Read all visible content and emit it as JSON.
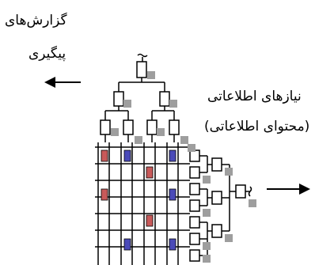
{
  "labels": {
    "reports_line1": "گزارش‌های",
    "reports_line2": "پیگیری",
    "needs_line1": "نیازهای اطلاعاتی",
    "needs_line2": "(محتوای اطلاعاتی)"
  },
  "colors": {
    "line": "#000000",
    "grey_square": "#9e9e9e",
    "red_cell": "#c85a5a",
    "blue_cell": "#4a4ab8"
  },
  "arrows": {
    "left_arrow_icon": "arrow-left",
    "right_arrow_icon": "arrow-right"
  }
}
